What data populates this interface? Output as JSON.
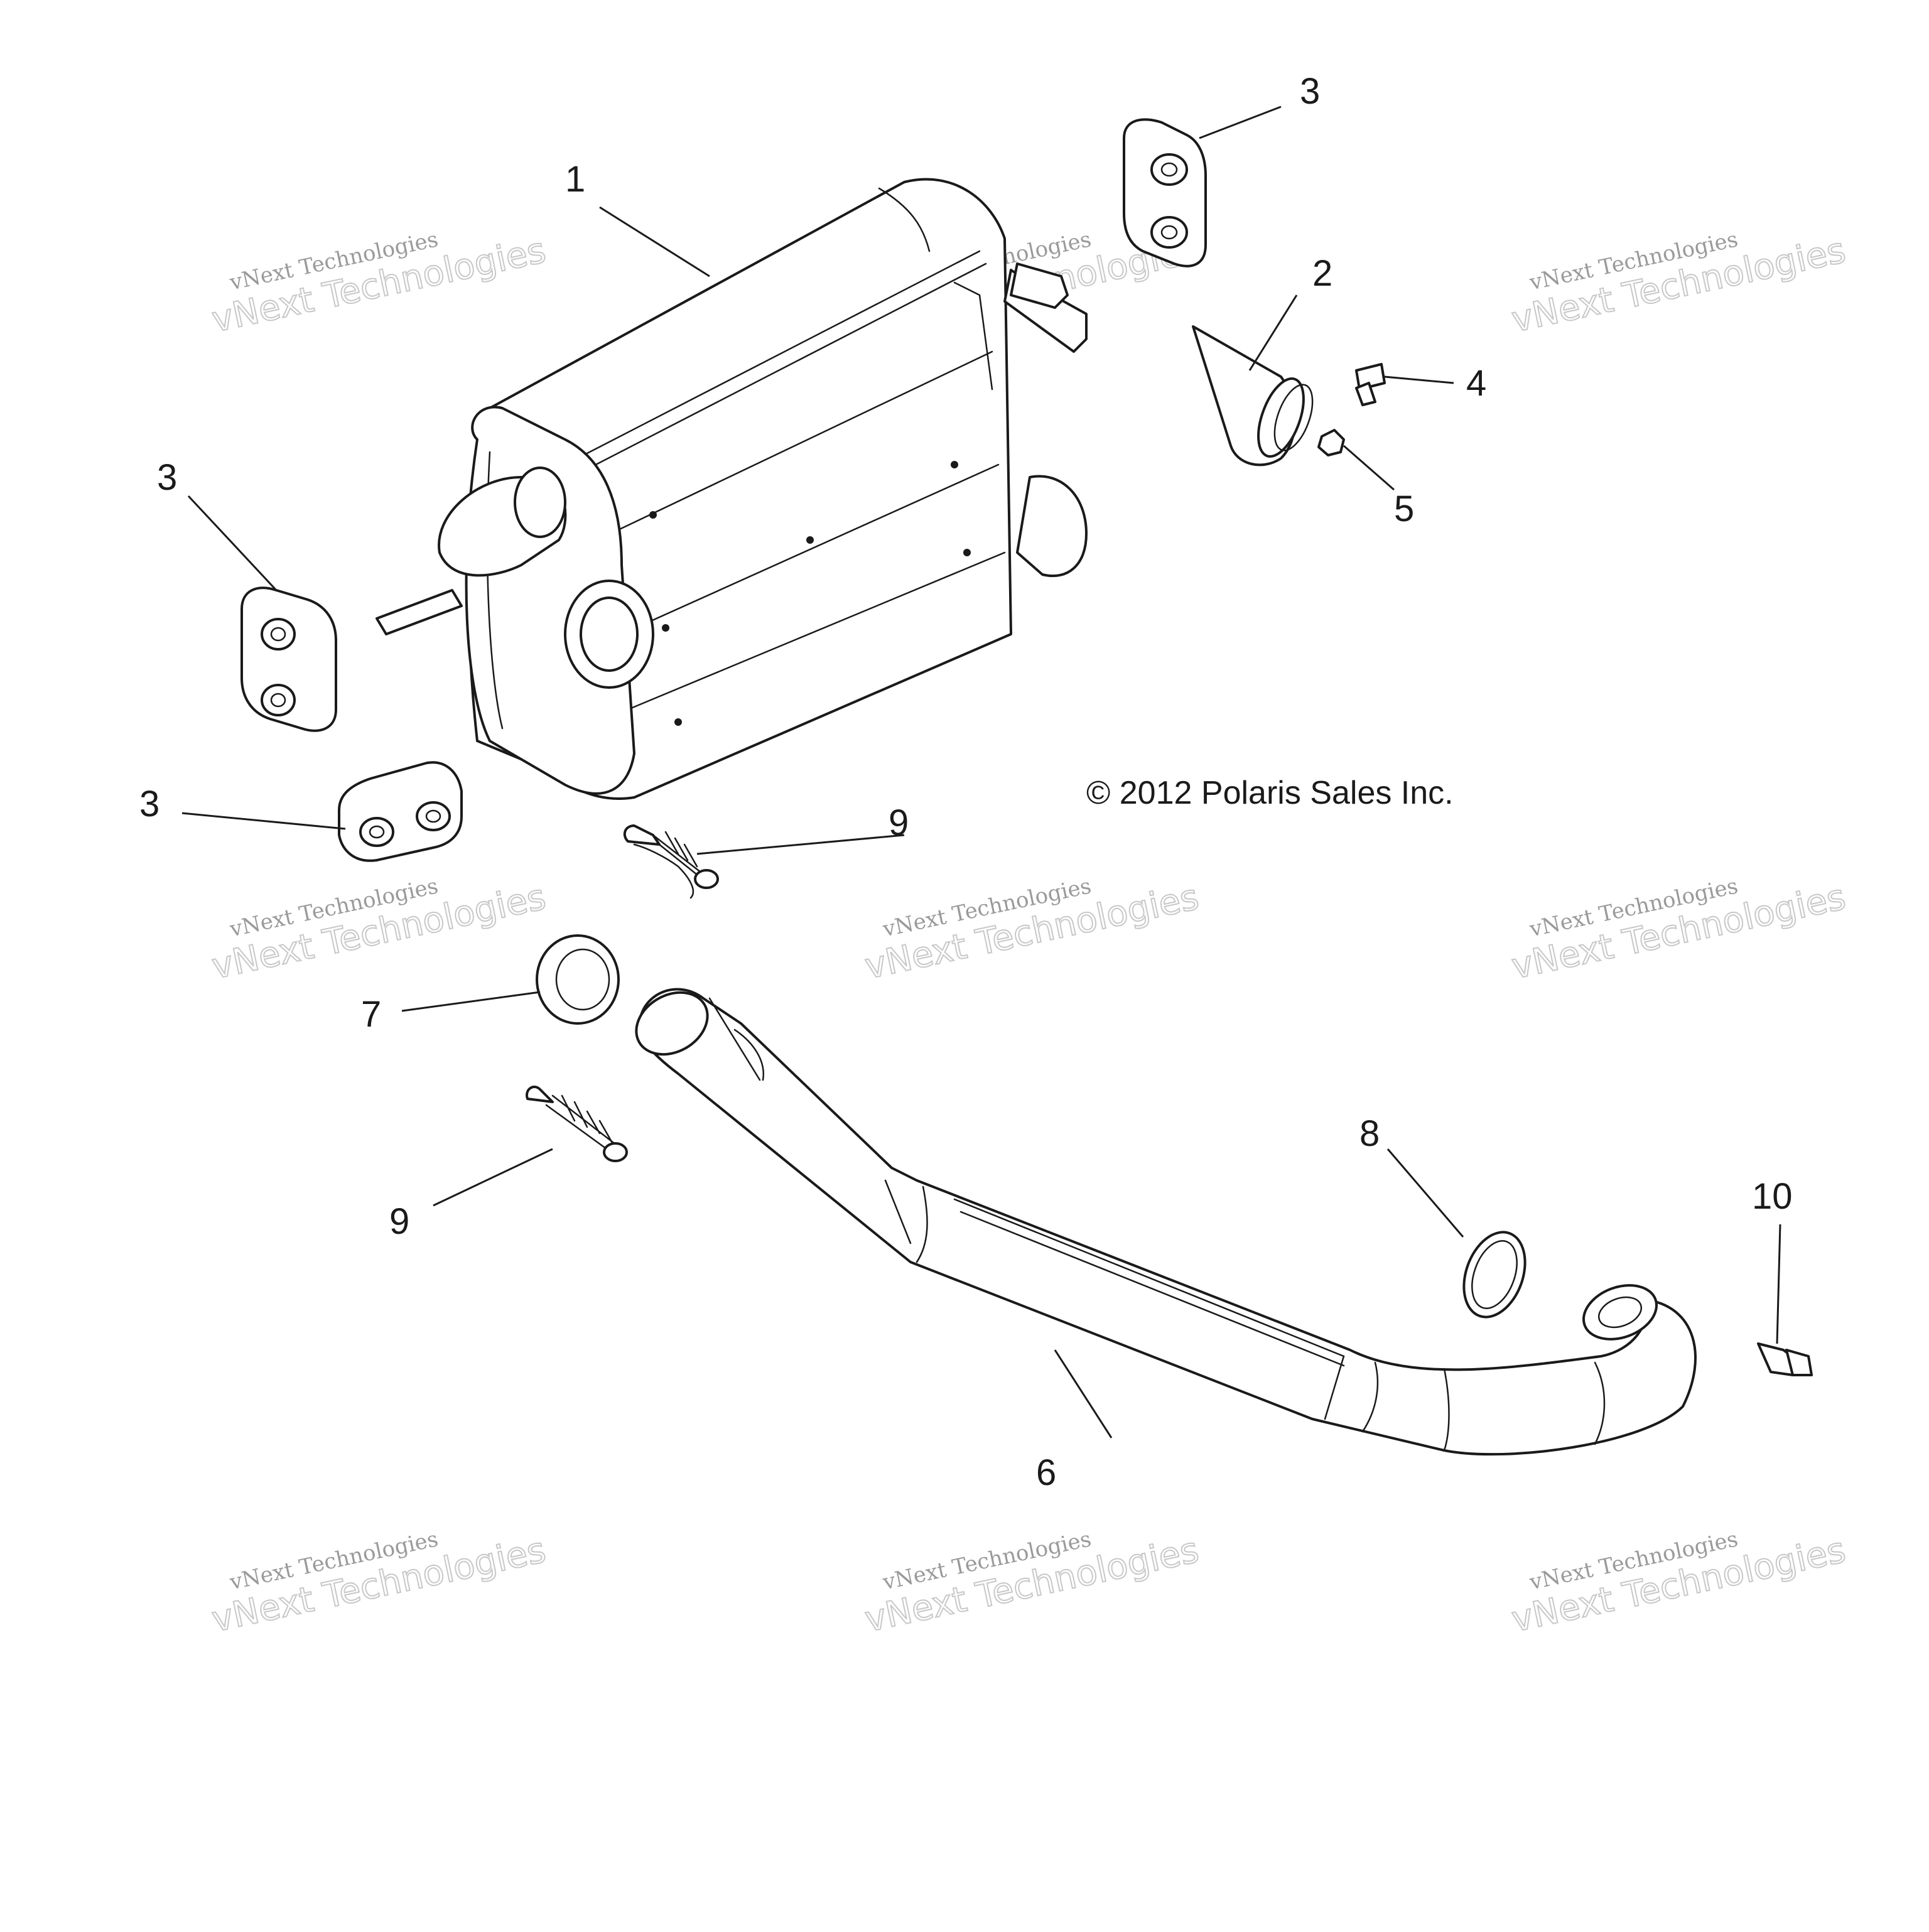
{
  "diagram": {
    "copyright": "© 2012 Polaris Sales Inc.",
    "watermark_line1": "vNext Technologies",
    "watermark_line2": "vNext Technologies",
    "callouts": {
      "muffler": "1",
      "spark_arrestor": "2",
      "mount_top_right": "3",
      "mount_left_upper": "3",
      "mount_left_lower": "3",
      "screw_4": "4",
      "nut_5": "5",
      "head_pipe": "6",
      "gasket_7": "7",
      "gasket_8": "8",
      "spring_upper": "9",
      "spring_lower": "9",
      "bolt_10": "10"
    }
  }
}
